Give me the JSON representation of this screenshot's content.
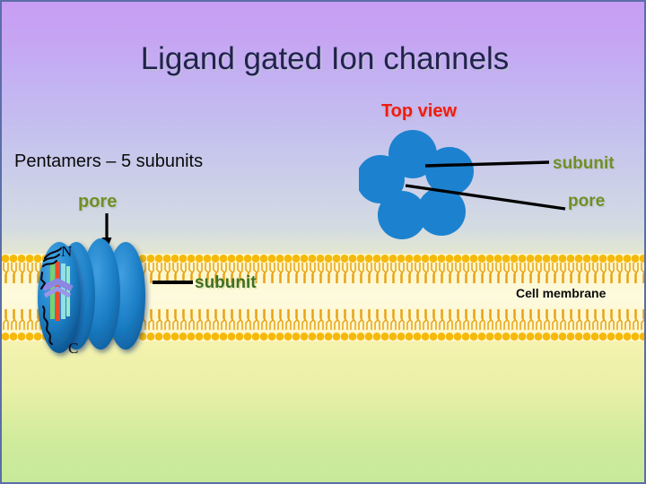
{
  "slide": {
    "title": "Ligand gated Ion channels",
    "top_view_label": "Top view",
    "background_top_color": "#c89ef5",
    "background_bottom_color": "#c7e99a",
    "border_color": "#5b6ea8"
  },
  "left_panel": {
    "pentamers_text": "Pentamers – 5 subunits",
    "pore_label": "pore",
    "subunit_label": "subunit",
    "n_terminus": "N",
    "c_terminus": "C"
  },
  "top_view": {
    "subunit_label": "subunit",
    "pore_label": "pore",
    "subunit_count": 5,
    "subunit_color": "#1c82cf",
    "pore_color": "#d3d6e6"
  },
  "membrane": {
    "label": "Cell membrane",
    "head_color": "#f5b90c",
    "tail_color": "#e8a317",
    "interior_color": "#fdfade"
  },
  "colors": {
    "title_text": "#22224f",
    "top_view_accent": "#f01c10",
    "label_green": "#6f8f26",
    "side_label_green": "#3f7020",
    "body_text": "#0a0a0a"
  }
}
